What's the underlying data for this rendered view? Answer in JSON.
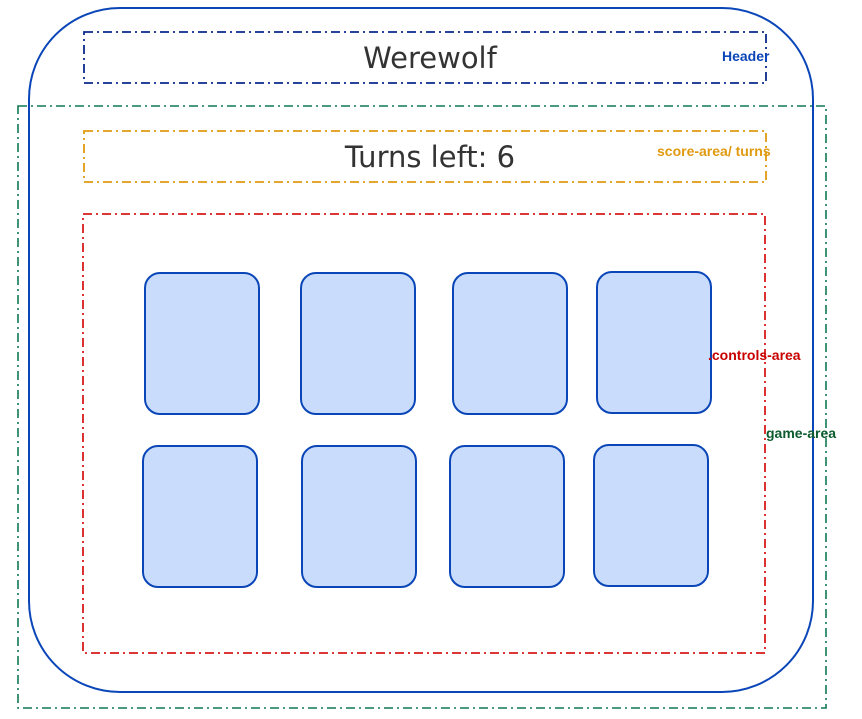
{
  "header": {
    "title": "Werewolf",
    "annotation": "Header"
  },
  "score_area": {
    "turns_text": "Turns left: 6",
    "annotation": "score-area/ turns"
  },
  "controls_area": {
    "annotation": ".controls-area"
  },
  "game_area": {
    "annotation": "game-area"
  },
  "cards": [
    {
      "row": 1,
      "col": 1
    },
    {
      "row": 1,
      "col": 2
    },
    {
      "row": 1,
      "col": 3
    },
    {
      "row": 1,
      "col": 4
    },
    {
      "row": 2,
      "col": 1
    },
    {
      "row": 2,
      "col": 2
    },
    {
      "row": 2,
      "col": 3
    },
    {
      "row": 2,
      "col": 4
    }
  ],
  "colors": {
    "outline": "#0b46b8",
    "card_fill": "#cadcfb",
    "header_region": "#0a2a8c",
    "score_region": "#e09a10",
    "controls_region": "#d81b1b",
    "game_region": "#0f7a52",
    "header_note": "#0b46b8",
    "score_note": "#e09a10",
    "controls_note": "#c80000",
    "game_note": "#0b5b2e"
  }
}
